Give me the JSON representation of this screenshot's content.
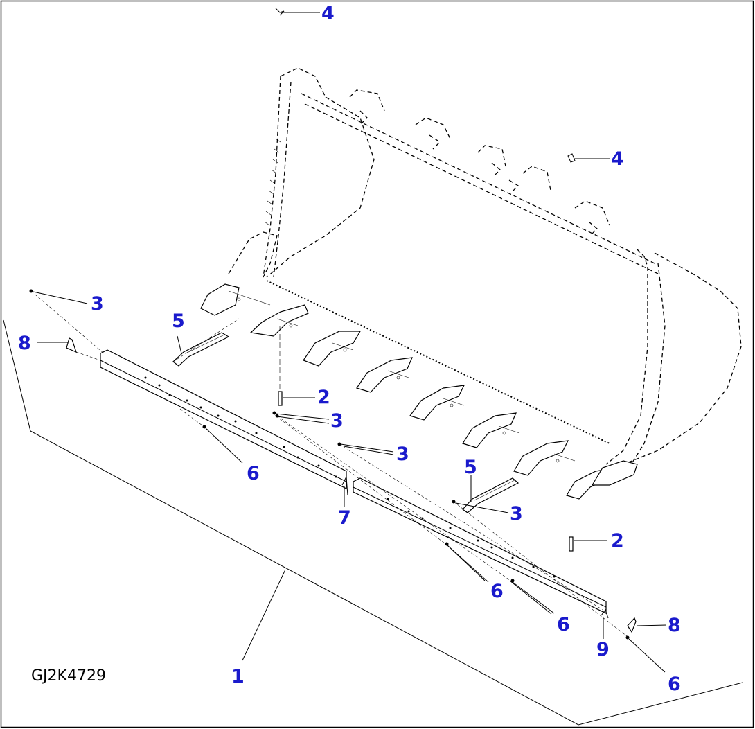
{
  "figure_id": "GJ2K4729",
  "callouts": [
    {
      "id": "c4a",
      "label": "4"
    },
    {
      "id": "c4b",
      "label": "4"
    },
    {
      "id": "c3a",
      "label": "3"
    },
    {
      "id": "c5a",
      "label": "5"
    },
    {
      "id": "c8a",
      "label": "8"
    },
    {
      "id": "c2a",
      "label": "2"
    },
    {
      "id": "c3b",
      "label": "3"
    },
    {
      "id": "c3c",
      "label": "3"
    },
    {
      "id": "c6a",
      "label": "6"
    },
    {
      "id": "c5b",
      "label": "5"
    },
    {
      "id": "c3d",
      "label": "3"
    },
    {
      "id": "c7",
      "label": "7"
    },
    {
      "id": "c2b",
      "label": "2"
    },
    {
      "id": "c6b",
      "label": "6"
    },
    {
      "id": "c6c",
      "label": "6"
    },
    {
      "id": "c8b",
      "label": "8"
    },
    {
      "id": "c9",
      "label": "9"
    },
    {
      "id": "c6d",
      "label": "6"
    },
    {
      "id": "c1",
      "label": "1"
    }
  ],
  "colors": {
    "callout": "#1a1acc",
    "line": "#000000",
    "background": "#ffffff"
  }
}
